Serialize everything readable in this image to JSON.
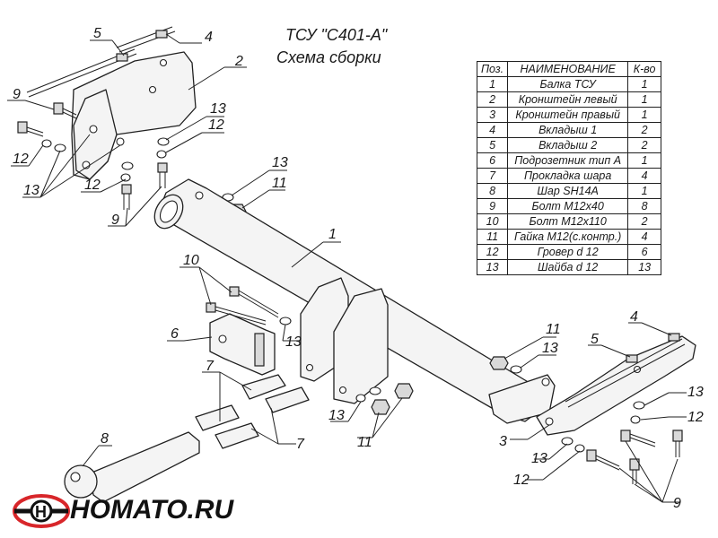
{
  "title": {
    "line1": "ТСУ \"C401-A\"",
    "line2": "Схема сборки"
  },
  "table": {
    "headers": {
      "pos": "Поз.",
      "name": "НАИМЕНОВАНИЕ",
      "qty": "К-во"
    },
    "rows": [
      {
        "pos": "1",
        "name": "Балка ТСУ",
        "qty": "1"
      },
      {
        "pos": "2",
        "name": "Кронштейн левый",
        "qty": "1"
      },
      {
        "pos": "3",
        "name": "Кронштейн правый",
        "qty": "1"
      },
      {
        "pos": "4",
        "name": "Вкладыш 1",
        "qty": "2"
      },
      {
        "pos": "5",
        "name": "Вкладыш 2",
        "qty": "2"
      },
      {
        "pos": "6",
        "name": "Подрозетник тип А",
        "qty": "1"
      },
      {
        "pos": "7",
        "name": "Прокладка шара",
        "qty": "4"
      },
      {
        "pos": "8",
        "name": "Шар SH14A",
        "qty": "1"
      },
      {
        "pos": "9",
        "name": "Болт М12х40",
        "qty": "8"
      },
      {
        "pos": "10",
        "name": "Болт М12х110",
        "qty": "2"
      },
      {
        "pos": "11",
        "name": "Гайка М12(с.контр.)",
        "qty": "4"
      },
      {
        "pos": "12",
        "name": "Гровер d 12",
        "qty": "6"
      },
      {
        "pos": "13",
        "name": "Шайба d 12",
        "qty": "13"
      }
    ]
  },
  "callouts": [
    "5",
    "4",
    "2",
    "9",
    "13",
    "12",
    "12",
    "13",
    "12",
    "9",
    "13",
    "11",
    "1",
    "10",
    "6",
    "13",
    "7",
    "7",
    "8",
    "13",
    "11",
    "11",
    "13",
    "4",
    "5",
    "3",
    "13",
    "13",
    "12",
    "12",
    "9"
  ],
  "logo": {
    "text": "HOMATO.RU"
  },
  "colors": {
    "line": "#202020",
    "fill": "#f4f4f4",
    "logo_red": "#d8262a"
  }
}
